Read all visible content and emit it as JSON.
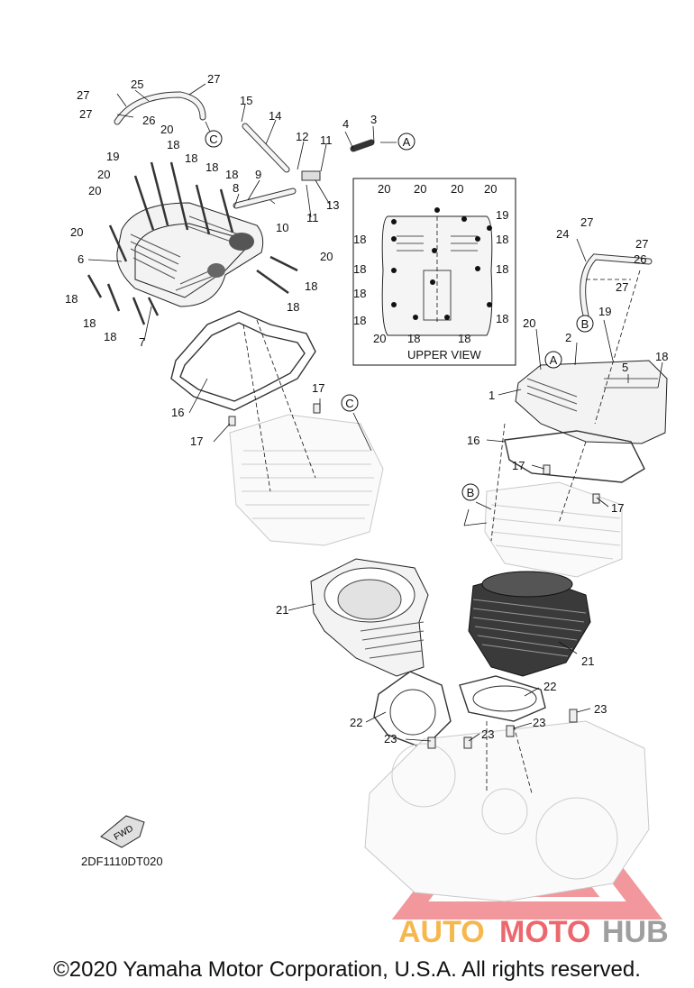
{
  "callouts": {
    "n1": "1",
    "n2": "2",
    "n3": "3",
    "n4": "4",
    "n5": "5",
    "n6": "6",
    "n7": "7",
    "n8": "8",
    "n9": "9",
    "n10": "10",
    "n11": "11",
    "n12": "12",
    "n13": "13",
    "n14": "14",
    "n15": "15",
    "n16": "16",
    "n17": "17",
    "n18": "18",
    "n19": "19",
    "n20": "20",
    "n21": "21",
    "n22": "22",
    "n23": "23",
    "n25": "25",
    "n26": "26",
    "n27": "27"
  },
  "refs": {
    "a": "A",
    "b": "B",
    "c": "C"
  },
  "upper_view_label": "UPPER VIEW",
  "fwd_label": "FWD",
  "diagram_code": "2DF1110DT020",
  "watermark": {
    "auto": "AUTO",
    "moto": "MOTO",
    "hub": "HUB",
    "orange": "#f5a623",
    "red": "#e8434a",
    "gray": "#888888"
  },
  "copyright": "©2020 Yamaha Motor Corporation, U.S.A. All rights reserved."
}
